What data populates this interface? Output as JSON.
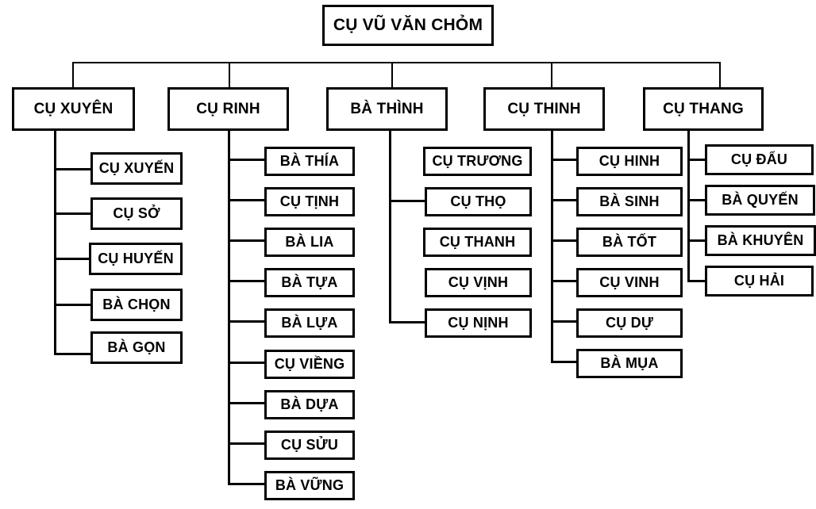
{
  "diagram": {
    "title": "CỤ VŨ VĂN CHỎM",
    "type": "family-tree-org-chart",
    "colors": {
      "line": "#000000",
      "box_border": "#000000",
      "box_fill": "#ffffff",
      "text": "#000000",
      "background": "#ffffff"
    },
    "root": {
      "label": "CỤ VŨ VĂN CHỎM"
    },
    "branches": [
      {
        "parent": "CỤ XUYÊN",
        "children": [
          "CỤ XUYẾN",
          "CỤ SỞ",
          "CỤ HUYẾN",
          "BÀ CHỌN",
          "BÀ GỌN"
        ]
      },
      {
        "parent": "CỤ RINH",
        "children": [
          "BÀ THÍA",
          "CỤ TỊNH",
          "BÀ LIA",
          "BÀ TỰA",
          "BÀ LỰA",
          "CỤ VIỀNG",
          "BÀ DỰA",
          "CỤ SỬU",
          "BÀ VỮNG"
        ]
      },
      {
        "parent": "BÀ THÌNH",
        "children": [
          "CỤ TRƯƠNG",
          "CỤ THỌ",
          "CỤ THANH",
          "CỤ VỊNH",
          "CỤ NỊNH"
        ]
      },
      {
        "parent": "CỤ THINH",
        "children": [
          "CỤ HINH",
          "BÀ SINH",
          "BÀ TỐT",
          "CỤ VINH",
          "CỤ DỰ",
          "BÀ MỤA"
        ]
      },
      {
        "parent": "CỤ THANG",
        "children": [
          "CỤ ĐẨU",
          "BÀ QUYẾN",
          "BÀ KHUYÊN",
          "CỤ HẢI"
        ]
      }
    ]
  }
}
